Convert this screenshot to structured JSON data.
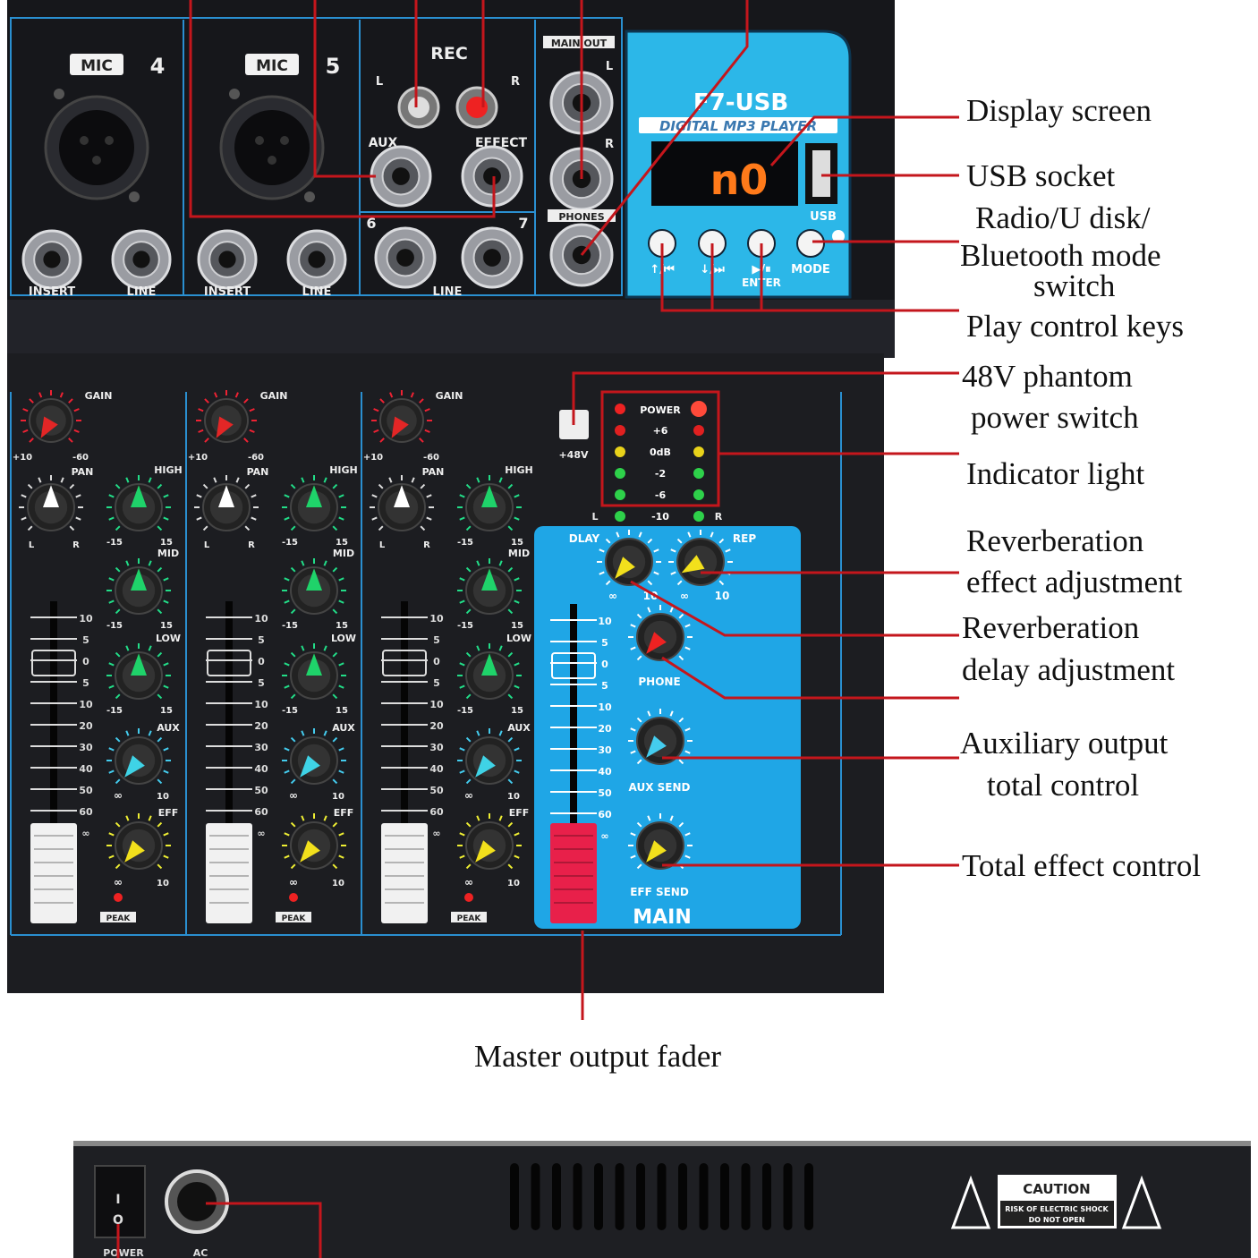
{
  "colors": {
    "red_leader": "#c4161c",
    "panel_blue": "#1fa6e6",
    "mp3_blue": "#2cb7e8",
    "body": "#1c1d21",
    "display_digits": "#ff7a1a"
  },
  "input_section": {
    "mic_label": "MIC",
    "ch4": "4",
    "ch5": "5",
    "insert": "INSERT",
    "line": "LINE",
    "rec": "REC",
    "rec_l": "L",
    "rec_r": "R",
    "aux": "AUX",
    "effect": "EFFECT",
    "ch6": "6",
    "ch7": "7",
    "main_out": "MAIN OUT",
    "main_l": "L",
    "main_r": "R",
    "phones": "PHONES"
  },
  "mp3_player": {
    "model": "F7-USB",
    "subtitle": "DIGITAL MP3 PLAYER",
    "display": "n0",
    "usb": "USB",
    "buttons": [
      {
        "label": "↑/⏮"
      },
      {
        "label": "↓/⏭"
      },
      {
        "label": "▶/⏸",
        "sub": "ENTER"
      },
      {
        "label": "MODE"
      }
    ]
  },
  "channel_strip": {
    "gain": "GAIN",
    "gain_min": "+10",
    "gain_max": "-60",
    "pan": "PAN",
    "pan_l": "L",
    "pan_r": "R",
    "high": "HIGH",
    "mid": "MID",
    "low": "LOW",
    "eq_min": "-15",
    "eq_max": "15",
    "aux": "AUX",
    "eff": "EFF",
    "send_min": "∞",
    "send_max": "10",
    "peak": "PEAK",
    "fader_scale": [
      "10",
      "5",
      "0",
      "5",
      "10",
      "20",
      "30",
      "40",
      "50",
      "60",
      "∞"
    ],
    "knob_colors": {
      "gain": "#e32626",
      "pan": "#ffffff",
      "eq": "#1fd36a",
      "aux": "#3fd3e6",
      "eff": "#f2e01c"
    }
  },
  "master": {
    "phantom": "+48V",
    "meter": {
      "power": "POWER",
      "levels": [
        "+6",
        "0dB",
        "-2",
        "-6",
        "-10"
      ],
      "left": "L",
      "right": "R",
      "led_colors": [
        "#e02020",
        "#e8d21a",
        "#2ed14a",
        "#2ed14a",
        "#2ed14a"
      ]
    },
    "dlay": "DLAY",
    "rep": "REP",
    "phone": "PHONE",
    "aux_send": "AUX SEND",
    "eff_send": "EFF SEND",
    "main": "MAIN",
    "knob_min": "∞",
    "knob_max": "10",
    "fader_scale": [
      "10",
      "5",
      "0",
      "5",
      "10",
      "20",
      "30",
      "40",
      "50",
      "60",
      "∞"
    ]
  },
  "annotations": [
    {
      "lines": [
        "Display screen"
      ]
    },
    {
      "lines": [
        "USB socket"
      ]
    },
    {
      "lines": [
        "Radio/U disk/",
        "Bluetooth mode",
        "switch"
      ]
    },
    {
      "lines": [
        "Play control keys"
      ]
    },
    {
      "lines": [
        "48V phantom",
        "power switch"
      ]
    },
    {
      "lines": [
        "Indicator light"
      ]
    },
    {
      "lines": [
        "Reverberation",
        "effect adjustment"
      ]
    },
    {
      "lines": [
        "Reverberation",
        "delay adjustment"
      ]
    },
    {
      "lines": [
        "Auxiliary output",
        "total control"
      ]
    },
    {
      "lines": [
        "Total effect control"
      ]
    }
  ],
  "caption": "Master output fader",
  "back_panel": {
    "power": "POWER",
    "switch_on": "I",
    "switch_off": "O",
    "ac": "AC",
    "caution": "CAUTION",
    "warning_1": "RISK OF ELECTRIC SHOCK",
    "warning_2": "DO NOT OPEN"
  }
}
